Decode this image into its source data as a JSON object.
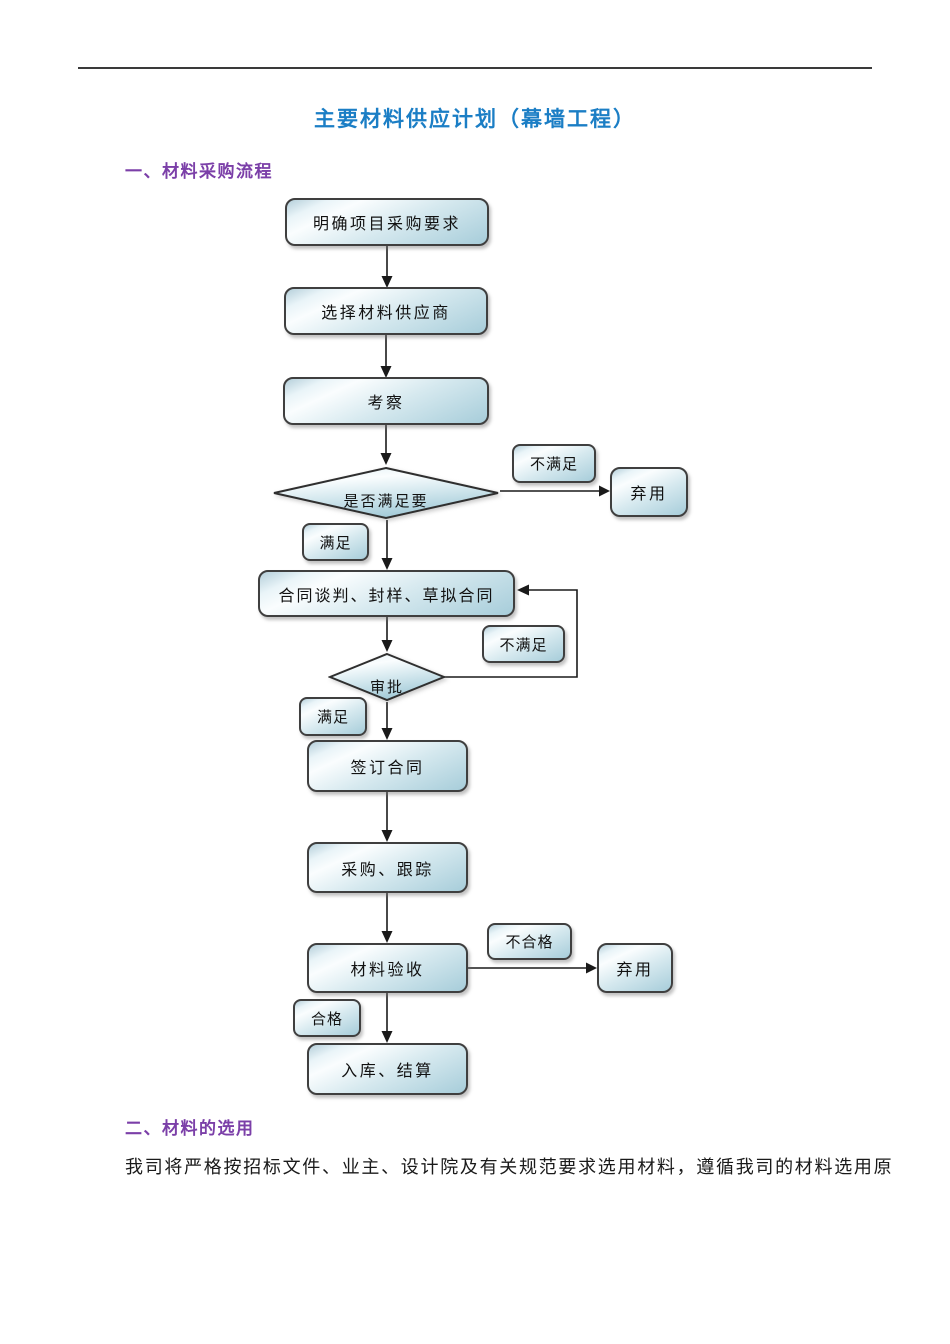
{
  "document": {
    "title": "主要材料供应计划（幕墙工程）",
    "sections": [
      {
        "heading": "一、材料采购流程"
      },
      {
        "heading": "二、材料的选用",
        "paragraph": "我司将严格按招标文件、业主、设计院及有关规范要求选用材料，遵循我司的材料选用原"
      }
    ]
  },
  "flowchart": {
    "type": "flowchart",
    "nodes": {
      "process1": "明确项目采购要求",
      "process2": "选择材料供应商",
      "process3": "考察",
      "decision1": "是否满足要",
      "label_unsatisfied1": "不满足",
      "discard1": "弃用",
      "label_satisfied1": "满足",
      "process4": "合同谈判、封样、草拟合同",
      "decision2": "审批",
      "label_unsatisfied2": "不满足",
      "label_satisfied2": "满足",
      "process5": "签订合同",
      "process6": "采购、跟踪",
      "process7": "材料验收",
      "label_unqualified": "不合格",
      "discard2": "弃用",
      "label_qualified": "合格",
      "process8": "入库、结算"
    },
    "edges": [
      {
        "from": "明确项目采购要求",
        "to": "选择材料供应商"
      },
      {
        "from": "选择材料供应商",
        "to": "考察"
      },
      {
        "from": "考察",
        "to": "是否满足要"
      },
      {
        "from": "是否满足要",
        "to": "弃用",
        "label": "不满足"
      },
      {
        "from": "是否满足要",
        "to": "合同谈判、封样、草拟合同",
        "label": "满足"
      },
      {
        "from": "合同谈判、封样、草拟合同",
        "to": "审批"
      },
      {
        "from": "审批",
        "to": "合同谈判、封样、草拟合同",
        "label": "不满足"
      },
      {
        "from": "审批",
        "to": "签订合同",
        "label": "满足"
      },
      {
        "from": "签订合同",
        "to": "采购、跟踪"
      },
      {
        "from": "采购、跟踪",
        "to": "材料验收"
      },
      {
        "from": "材料验收",
        "to": "弃用",
        "label": "不合格"
      },
      {
        "from": "材料验收",
        "to": "入库、结算",
        "label": "合格"
      }
    ]
  },
  "colors": {
    "title_blue": "#1B7EC5",
    "heading_purple": "#7B3FA8",
    "node_border": "#3F3F3F",
    "node_fill_light": "#FAFDFE",
    "node_fill_dark": "#A7CDDA",
    "arrow": "#1A1A1A"
  }
}
